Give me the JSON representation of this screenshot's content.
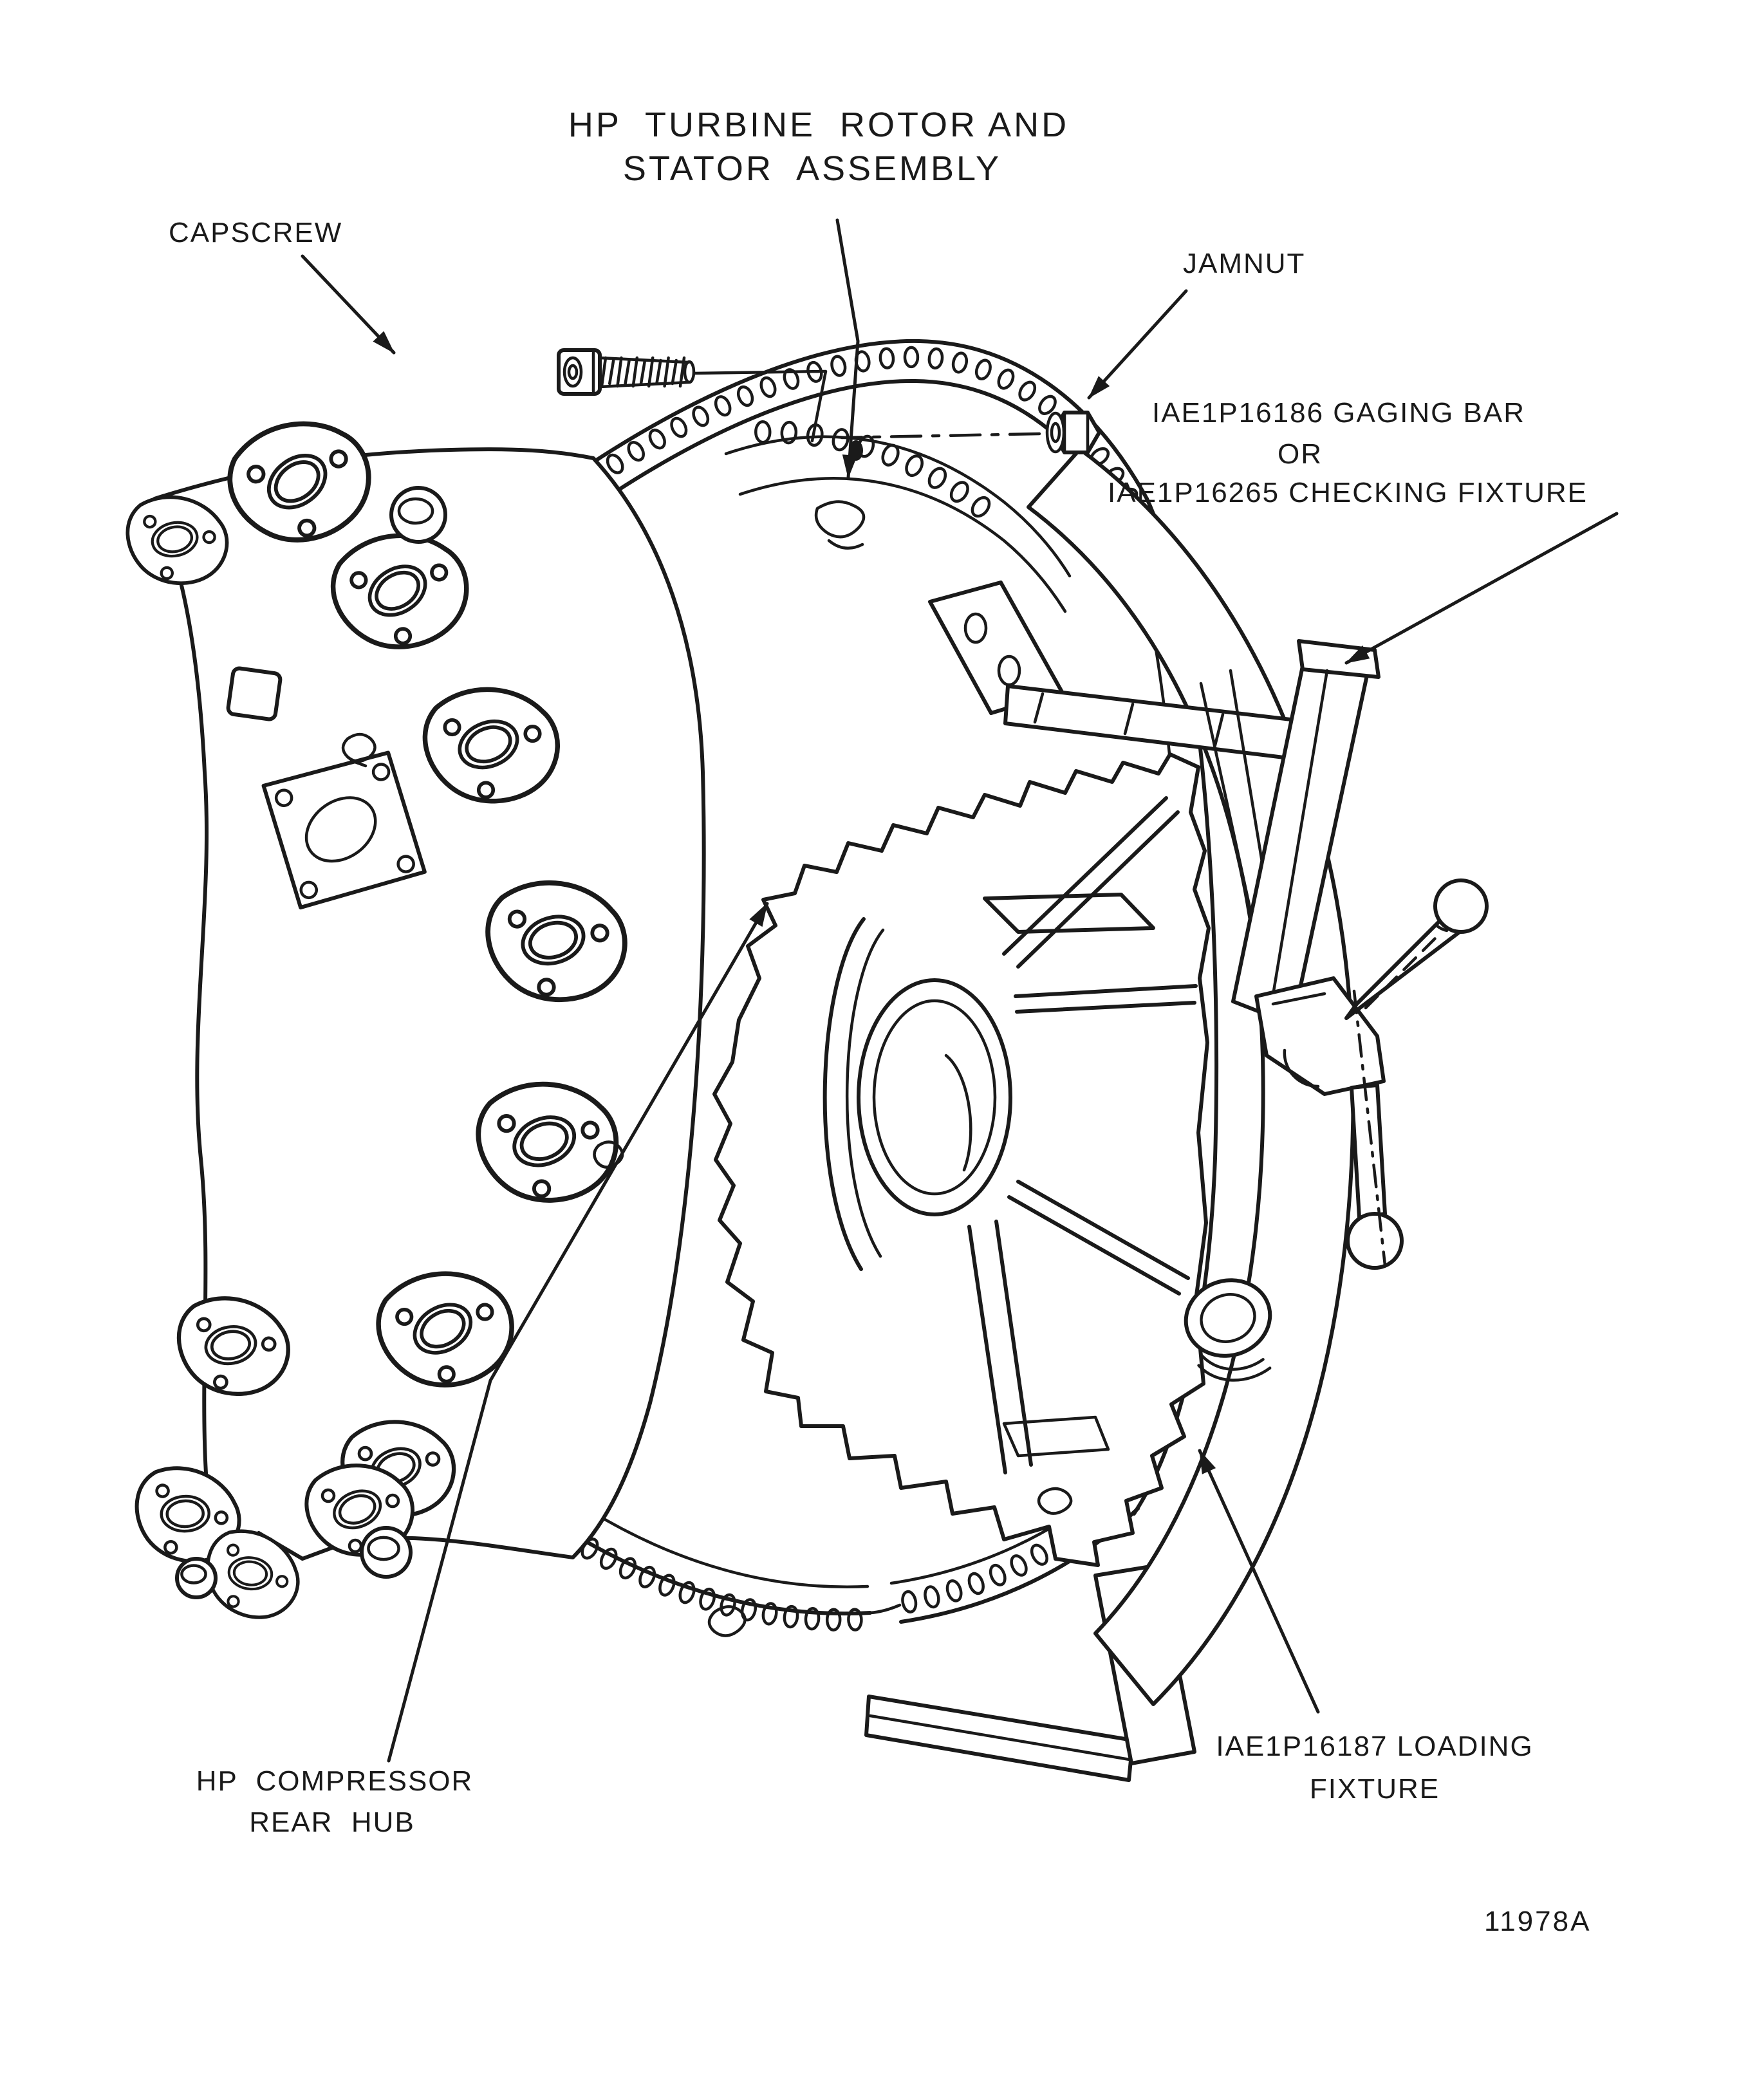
{
  "figure": {
    "title_line1": "HP  TURBINE  ROTOR AND",
    "title_line2": "STATOR  ASSEMBLY",
    "labels": {
      "capscrew": "CAPSCREW",
      "jamnut": "JAMNUT",
      "gaging_line1": "IAE1P16186 GAGING BAR",
      "gaging_line2": "OR",
      "gaging_line3": "IAE1P16265 CHECKING FIXTURE",
      "hub_line1": "HP  COMPRESSOR",
      "hub_line2": "REAR  HUB",
      "loading_line1": "IAE1P16187 LOADING",
      "loading_line2": "FIXTURE"
    },
    "figure_number": "11978A",
    "colors": {
      "ink": "#1a1a1a",
      "paper": "#ffffff"
    }
  }
}
